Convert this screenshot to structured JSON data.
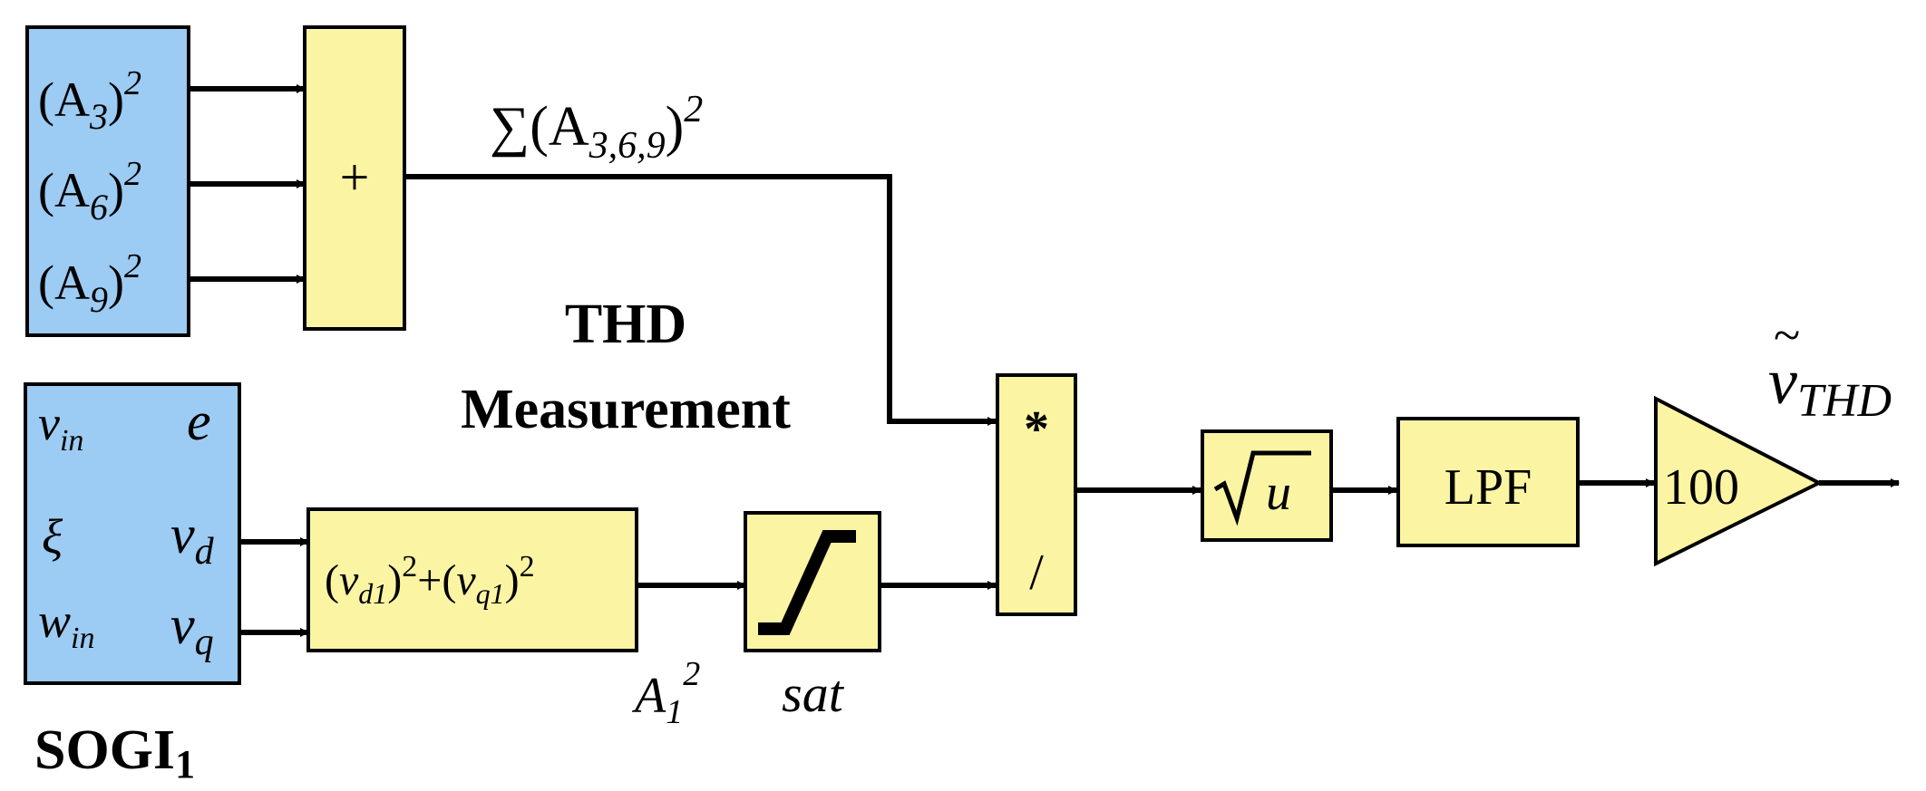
{
  "colors": {
    "harmonic_block": "#9ccbf3",
    "function_block": "#fbf5a3",
    "line": "#000000"
  },
  "harmonics_block": {
    "rows": [
      {
        "base": "(A",
        "sub": "3",
        "close": ")",
        "sup": "2"
      },
      {
        "base": "(A",
        "sub": "6",
        "close": ")",
        "sup": "2"
      },
      {
        "base": "(A",
        "sub": "9",
        "close": ")",
        "sup": "2"
      }
    ]
  },
  "sum_block": {
    "symbol": "+"
  },
  "sum_signal": {
    "sigma": "∑",
    "base": "(A",
    "sub": "3,6,9",
    "close": ")",
    "sup": "2"
  },
  "title": {
    "line1": "THD",
    "line2": "Measurement"
  },
  "sogi_block": {
    "in_vin": {
      "base": "v",
      "sub": "in"
    },
    "in_xi": "ξ",
    "in_win": {
      "base": "w",
      "sub": "in"
    },
    "out_e": "e",
    "out_vd": {
      "base": "v",
      "sub": "d"
    },
    "out_vq": {
      "base": "v",
      "sub": "q"
    },
    "label": {
      "base": "SOGI",
      "sub": "1"
    }
  },
  "square_sum_block": {
    "p1": "(",
    "v1": "v",
    "s1": "d1",
    "p2": ")",
    "sup1": "2",
    "plus": "+",
    "p3": "(",
    "v2": "v",
    "s2": "q1",
    "p4": ")",
    "sup2": "2"
  },
  "a1_signal": {
    "base": "A",
    "sub": "1",
    "sup": "2"
  },
  "sat_block": {
    "label": "sat"
  },
  "divide_block": {
    "multiply": "*",
    "divide": "/"
  },
  "sqrt_block": {
    "radicand": "u"
  },
  "lpf_block": {
    "label": "LPF"
  },
  "gain_block": {
    "value": "100"
  },
  "output": {
    "symbol": "v",
    "tilde": "~",
    "sub": "THD"
  }
}
